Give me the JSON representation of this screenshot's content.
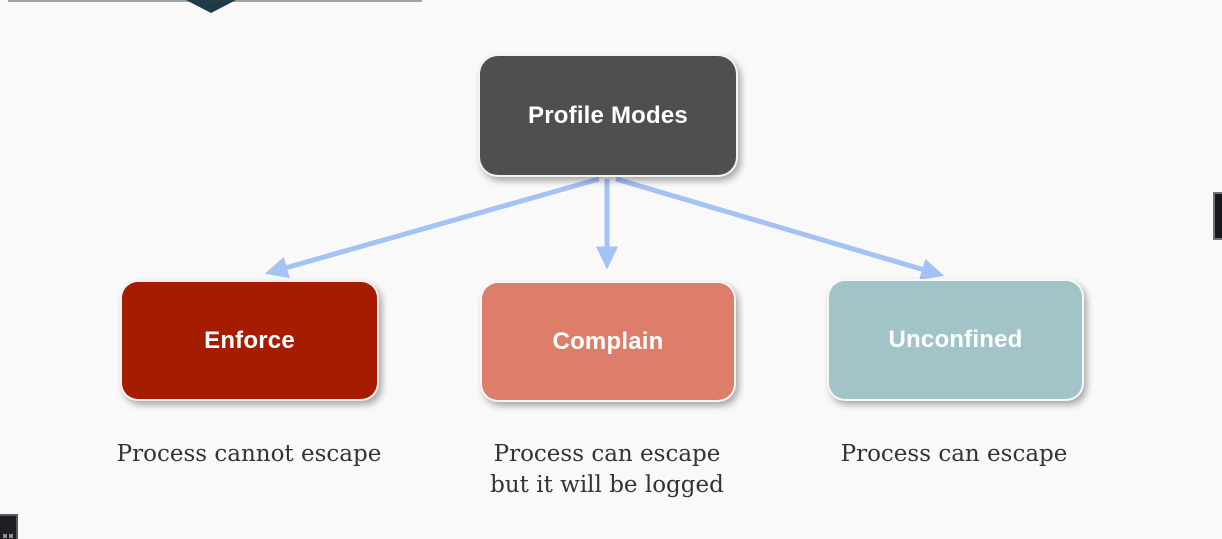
{
  "page": {
    "background": "#f9f9f9"
  },
  "diagram": {
    "arrow_color": "#a4c2f4",
    "description_color": "#333333",
    "root": {
      "label": "Profile Modes",
      "bg": "#4f4f4f",
      "text_color": "#ffffff"
    },
    "children": [
      {
        "label": "Enforce",
        "bg": "#a61c00",
        "text_color": "#ffffff",
        "description": "Process cannot escape"
      },
      {
        "label": "Complain",
        "bg": "#dd7e6b",
        "text_color": "#ffffff",
        "description": "Process can escape\nbut it will be logged"
      },
      {
        "label": "Unconfined",
        "bg": "#a2c4c9",
        "text_color": "#ffffff",
        "description": "Process can escape"
      }
    ]
  },
  "artifacts": {
    "logo_diamond_color": "#1d3a47",
    "top_edge_line_color": "rgba(45,60,72,0.45)",
    "right_edge_bar_fill": "#17191d",
    "bottom_left_tile_fill": "#1d1f23"
  }
}
